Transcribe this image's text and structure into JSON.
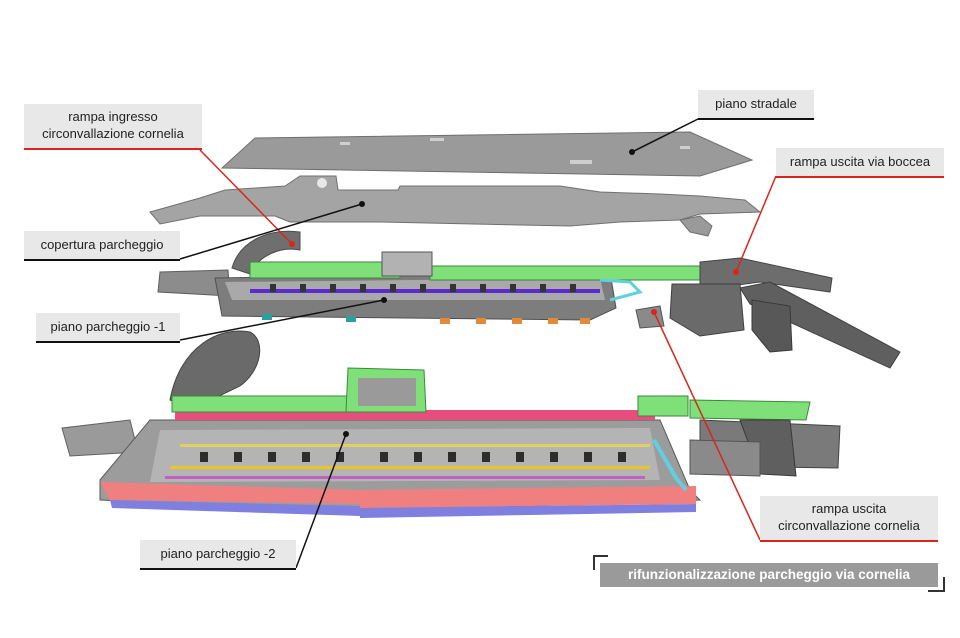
{
  "labels": {
    "rampa_ingresso": [
      "rampa ingresso",
      "circonvallazione cornelia"
    ],
    "piano_stradale": "piano stradale",
    "rampa_uscita_boccea": "rampa uscita via boccea",
    "copertura_parcheggio": "copertura parcheggio",
    "piano_parcheggio_1": "piano parcheggio -1",
    "rampa_uscita_cornelia": [
      "rampa uscita",
      "circonvallazione cornelia"
    ],
    "piano_parcheggio_2": "piano parcheggio -2"
  },
  "title": "rifunzionalizzazione parcheggio via cornelia",
  "colors": {
    "leader_red": "#d8261c",
    "leader_black": "#111111",
    "slab_gray": "#8f8f8f",
    "green_volume": "#7fe07a",
    "red_wall": "#e15b74",
    "blue_edge": "#7f7fe0",
    "purple_line": "#5b2bd0",
    "cyan_edge": "#60d0e0",
    "label_bg": "#e8e8e8",
    "title_bg": "#9a9a9a"
  }
}
